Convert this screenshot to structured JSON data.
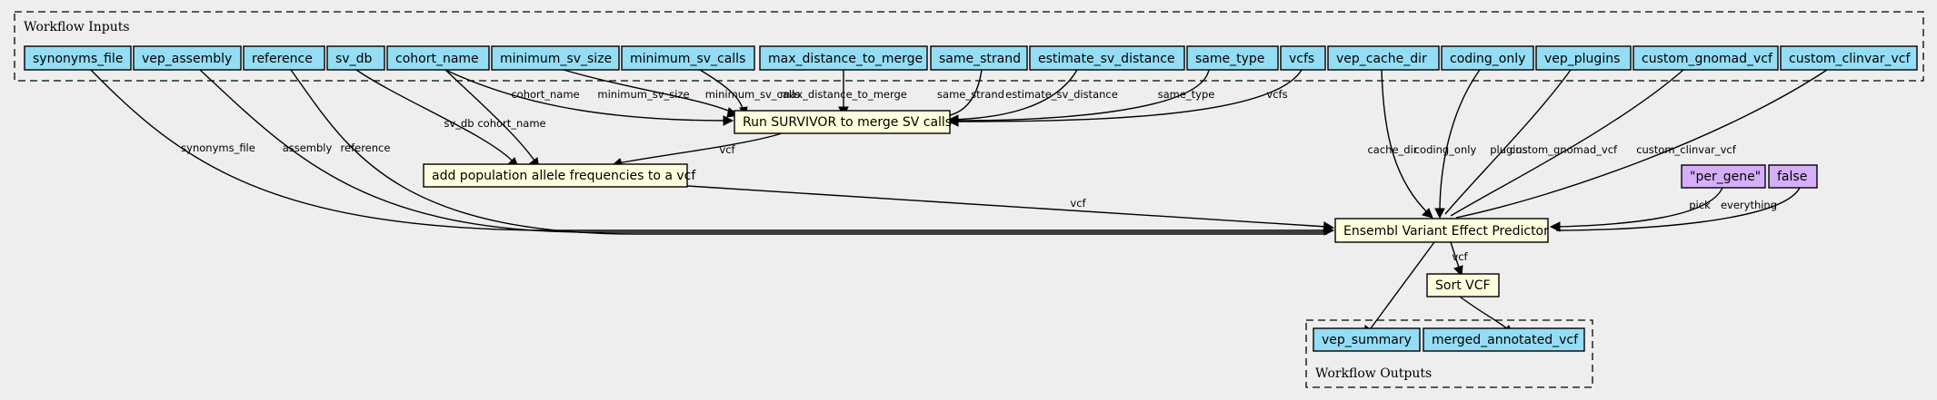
{
  "clusters": {
    "inputs_label": "Workflow Inputs",
    "outputs_label": "Workflow Outputs"
  },
  "inputs": {
    "synonyms_file": "synonyms_file",
    "vep_assembly": "vep_assembly",
    "reference": "reference",
    "sv_db": "sv_db",
    "cohort_name": "cohort_name",
    "minimum_sv_size": "minimum_sv_size",
    "minimum_sv_calls": "minimum_sv_calls",
    "max_distance_to_merge": "max_distance_to_merge",
    "same_strand": "same_strand",
    "estimate_sv_distance": "estimate_sv_distance",
    "same_type": "same_type",
    "vcfs": "vcfs",
    "vep_cache_dir": "vep_cache_dir",
    "coding_only": "coding_only",
    "vep_plugins": "vep_plugins",
    "custom_gnomad_vcf": "custom_gnomad_vcf",
    "custom_clinvar_vcf": "custom_clinvar_vcf"
  },
  "constants": {
    "per_gene": "\"per_gene\"",
    "false": "false"
  },
  "steps": {
    "survivor": "Run SURVIVOR to merge SV calls",
    "add_pop": "add population allele frequencies to a vcf",
    "vep": "Ensembl Variant Effect Predictor",
    "sort": "Sort VCF"
  },
  "outputs": {
    "vep_summary": "vep_summary",
    "merged_annotated_vcf": "merged_annotated_vcf"
  },
  "edge_labels": {
    "cohort_name_survivor": "cohort_name",
    "minimum_sv_size": "minimum_sv_size",
    "minimum_sv_calls": "minimum_sv_calls",
    "max_distance_to_merge": "max_distance_to_merge",
    "same_strand": "same_strand",
    "estimate_sv_distance": "estimate_sv_distance",
    "same_type": "same_type",
    "vcfs": "vcfs",
    "sv_db": "sv_db",
    "cohort_name_add": "cohort_name",
    "survivor_vcf": "vcf",
    "synonyms_file": "synonyms_file",
    "assembly": "assembly",
    "reference": "reference",
    "add_vcf": "vcf",
    "cache_dir": "cache_dir",
    "coding_only": "coding_only",
    "plugins": "plugins",
    "custom_gnomad_vcf": "custom_gnomad_vcf",
    "custom_clinvar_vcf": "custom_clinvar_vcf",
    "pick": "pick",
    "everything": "everything",
    "vep_vcf": "vcf"
  }
}
